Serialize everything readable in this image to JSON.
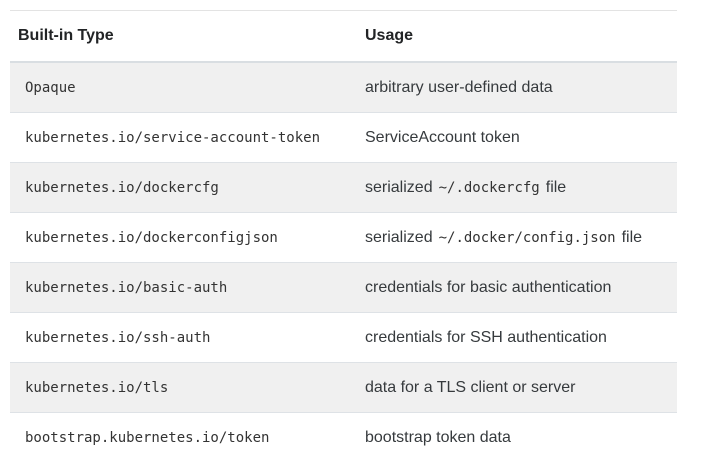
{
  "table": {
    "headers": [
      "Built-in Type",
      "Usage"
    ],
    "rows": [
      {
        "type": "Opaque",
        "usage": [
          {
            "text": "arbitrary user-defined data",
            "code": false
          }
        ]
      },
      {
        "type": "kubernetes.io/service-account-token",
        "usage": [
          {
            "text": "ServiceAccount token",
            "code": false
          }
        ]
      },
      {
        "type": "kubernetes.io/dockercfg",
        "usage": [
          {
            "text": "serialized",
            "code": false
          },
          {
            "text": "~/.dockercfg",
            "code": true
          },
          {
            "text": "file",
            "code": false
          }
        ]
      },
      {
        "type": "kubernetes.io/dockerconfigjson",
        "usage": [
          {
            "text": "serialized",
            "code": false
          },
          {
            "text": "~/.docker/config.json",
            "code": true
          },
          {
            "text": "file",
            "code": false
          }
        ]
      },
      {
        "type": "kubernetes.io/basic-auth",
        "usage": [
          {
            "text": "credentials for basic authentication",
            "code": false
          }
        ]
      },
      {
        "type": "kubernetes.io/ssh-auth",
        "usage": [
          {
            "text": "credentials for SSH authentication",
            "code": false
          }
        ]
      },
      {
        "type": "kubernetes.io/tls",
        "usage": [
          {
            "text": "data for a TLS client or server",
            "code": false
          }
        ]
      },
      {
        "type": "bootstrap.kubernetes.io/token",
        "usage": [
          {
            "text": "bootstrap token data",
            "code": false
          }
        ]
      }
    ],
    "style": {
      "stripe_row_background": "#f0f0f0",
      "row_border_color": "#dee2e6",
      "header_border_color": "#d9dee2",
      "top_border_color": "#e3e3e3",
      "header_text_color": "#222426",
      "body_text_color": "#363a3d",
      "code_text_color": "#333333",
      "page_background": "#ffffff"
    }
  }
}
